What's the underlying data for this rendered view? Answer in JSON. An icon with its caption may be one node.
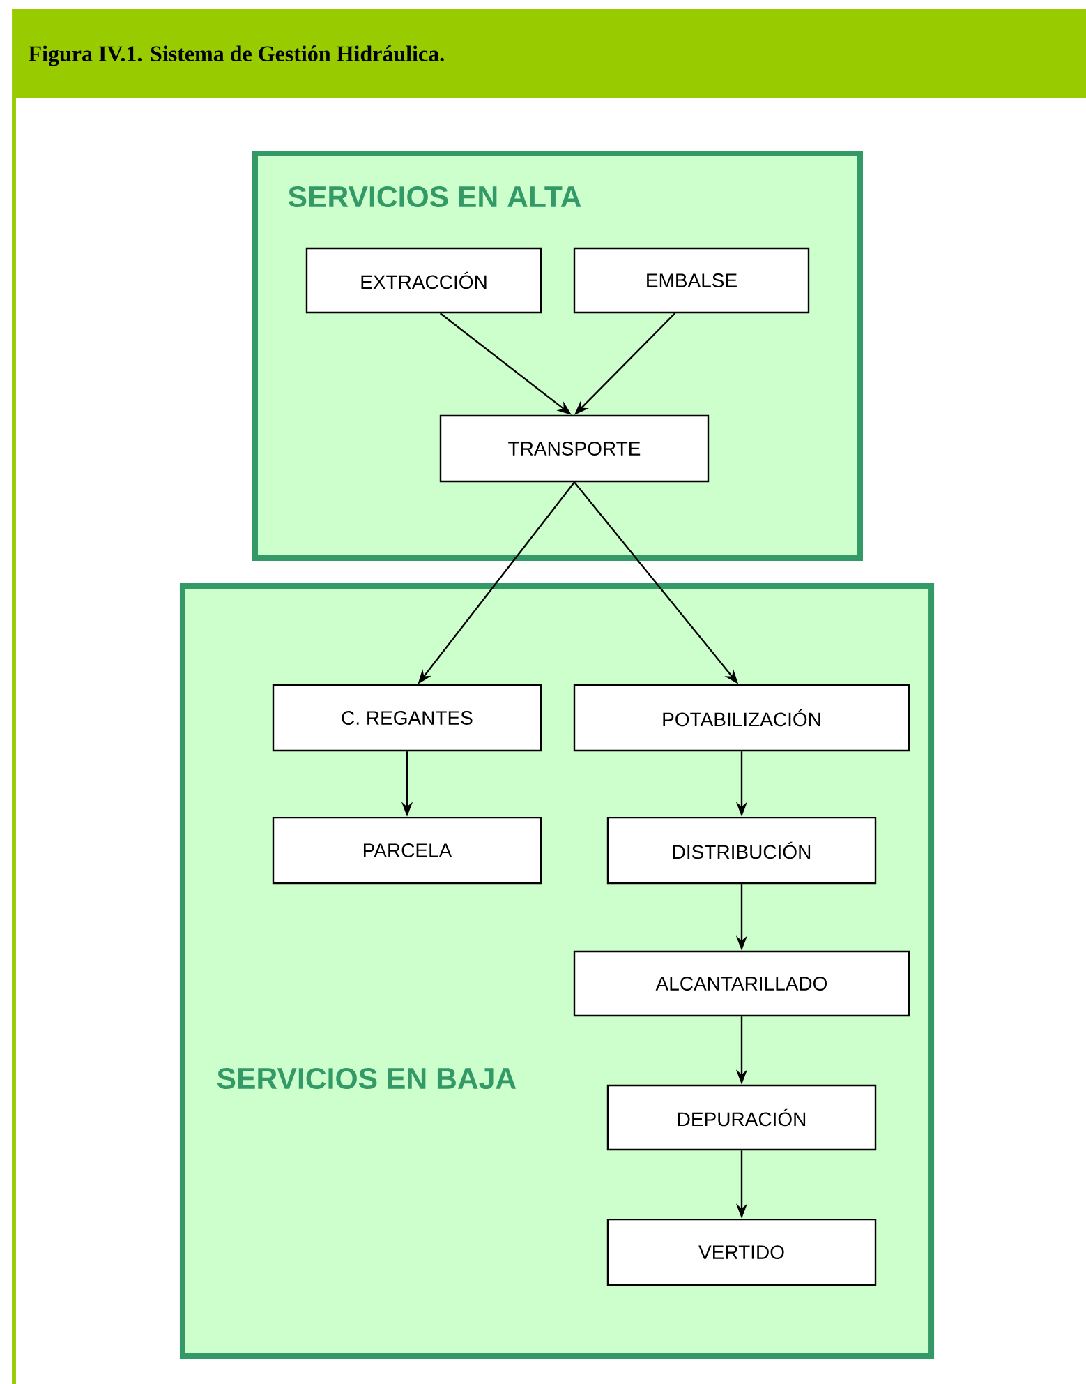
{
  "diagram": {
    "title": "Figura IV.1. Sistema de Gestión Hidráulica.",
    "nodes": [
      {
        "text": [
          "SERVICIOS EN ALTA"
        ]
      },
      {
        "text": [
          "EXTRACCIÓN"
        ],
        "in": 0
      },
      {
        "text": [
          "EMBALSE"
        ],
        "in": 0
      },
      {
        "text": [
          "TRANSPORTE"
        ],
        "in": 0
      },
      {
        "text": [
          "SERVICIOS EN BAJA"
        ]
      },
      {
        "text": [
          "C. REGANTES"
        ],
        "in": 4
      },
      {
        "text": [
          "POTABILIZACIÓN"
        ],
        "in": 4
      },
      {
        "text": [
          "PARCELA"
        ],
        "in": 4
      },
      {
        "text": [
          "DISTRIBUCIÓN"
        ],
        "in": 4
      },
      {
        "text": [
          "ALCANTARILLADO"
        ],
        "in": 4
      },
      {
        "text": [
          "DEPURACIÓN"
        ],
        "in": 4
      },
      {
        "text": [
          "VERTIDO"
        ],
        "in": 4
      }
    ],
    "edges": [
      {
        "from": 1,
        "to": 3,
        "arrow": "to"
      },
      {
        "from": 2,
        "to": 3,
        "arrow": "to"
      },
      {
        "from": 3,
        "to": 5,
        "arrow": "to"
      },
      {
        "from": 3,
        "to": 6,
        "arrow": "to"
      },
      {
        "from": 5,
        "to": 7,
        "arrow": "to"
      },
      {
        "from": 6,
        "to": 8,
        "arrow": "to"
      },
      {
        "from": 8,
        "to": 9,
        "arrow": "to"
      },
      {
        "from": 9,
        "to": 10,
        "arrow": "to"
      },
      {
        "from": 10,
        "to": 11,
        "arrow": "to"
      }
    ]
  }
}
